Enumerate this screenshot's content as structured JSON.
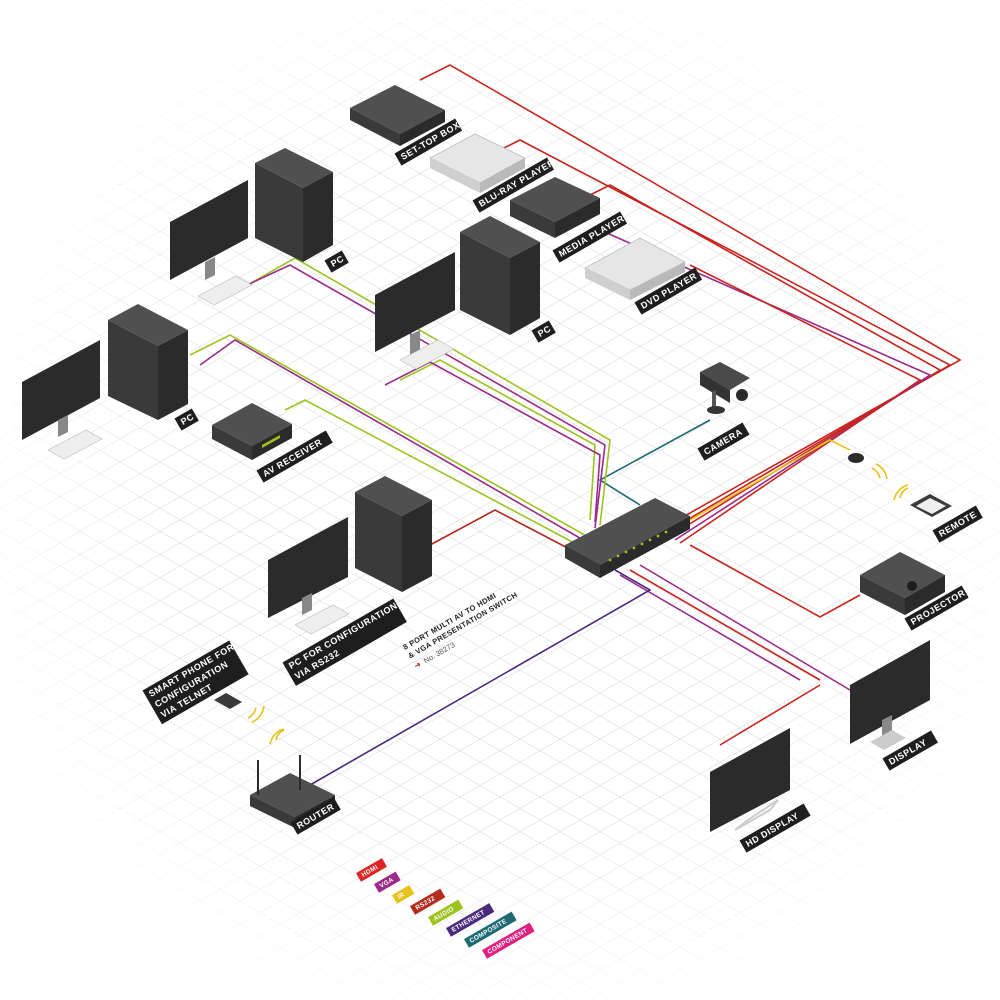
{
  "labels": {
    "set_top_box": "SET-TOP BOX",
    "blu_ray": "BLU-RAY PLAYER",
    "media_player": "MEDIA PLAYER",
    "dvd_player": "DVD PLAYER",
    "pc_top_left": "PC",
    "pc_center": "PC",
    "pc_left": "PC",
    "av_receiver": "AV RECEIVER",
    "camera": "CAMERA",
    "remote": "REMOTE",
    "projector": "PROJECTOR",
    "pc_config_line1": "PC FOR CONFIGURATION",
    "pc_config_line2": "VIA RS232",
    "phone_line1": "SMART PHONE FOR",
    "phone_line2": "CONFIGURATION",
    "phone_line3": "VIA TELNET",
    "router": "ROUTER",
    "display": "DISPLAY",
    "hd_display": "HD DISPLAY"
  },
  "switch_caption": {
    "line1": "8 PORT MULTI AV TO HDMI",
    "line2": "& VGA PRESENTATION SWITCH",
    "part_no": "No. 38273"
  },
  "legend": [
    {
      "label": "HDMI",
      "color": "#e02424"
    },
    {
      "label": "VGA",
      "color": "#9b2a8a"
    },
    {
      "label": "IR",
      "color": "#e8c21a"
    },
    {
      "label": "RS232",
      "color": "#b32a1e"
    },
    {
      "label": "AUDIO",
      "color": "#9cc31e"
    },
    {
      "label": "ETHERNET",
      "color": "#4a2a7a"
    },
    {
      "label": "COMPOSITE",
      "color": "#1d6a75"
    },
    {
      "label": "COMPONENT",
      "color": "#e0207e"
    }
  ],
  "colors": {
    "hdmi": "#c8231e",
    "vga": "#9b2a8a",
    "ir": "#e8c21a",
    "rs232": "#b32a1e",
    "audio": "#9cc31e",
    "ethernet": "#4a2a7a",
    "composite": "#1d6a75",
    "component": "#e0207e",
    "device": "#3a3a3a",
    "label_bg": "#1e1e1e"
  }
}
